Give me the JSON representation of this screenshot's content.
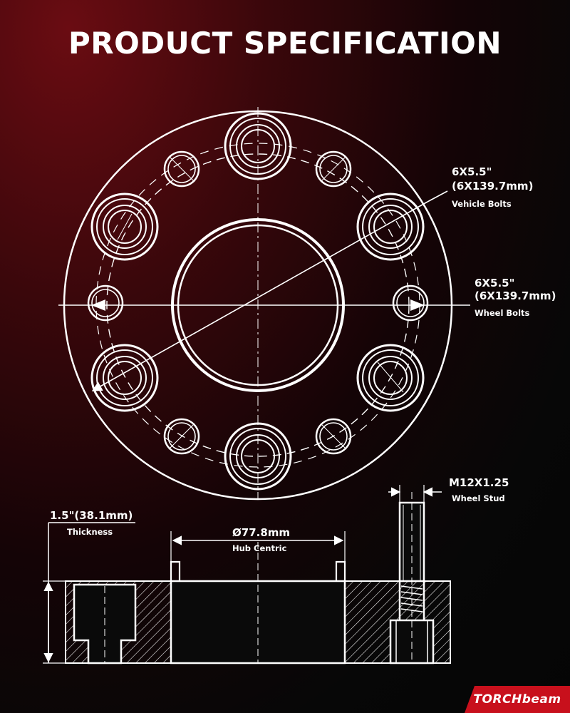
{
  "page": {
    "title": "PRODUCT SPECIFICATION"
  },
  "colors": {
    "accent": "#c8101c",
    "line": "#ffffff",
    "background": "#050505"
  },
  "callouts": {
    "vehicle_bolts": {
      "line1": "6X5.5\"",
      "line2": "(6X139.7mm)",
      "caption": "Vehicle Bolts"
    },
    "wheel_bolts": {
      "line1": "6X5.5\"",
      "line2": "(6X139.7mm)",
      "caption": "Wheel Bolts"
    },
    "wheel_stud": {
      "value": "M12X1.25",
      "caption": "Wheel Stud"
    },
    "thickness": {
      "value": "1.5\"(38.1mm)",
      "caption": "Thickness"
    },
    "hub_centric": {
      "value": "Ø77.8mm",
      "caption": "Hub Centric"
    }
  },
  "brand": {
    "name": "TORCHBEAM",
    "logo_text": "TORCHbeam"
  }
}
